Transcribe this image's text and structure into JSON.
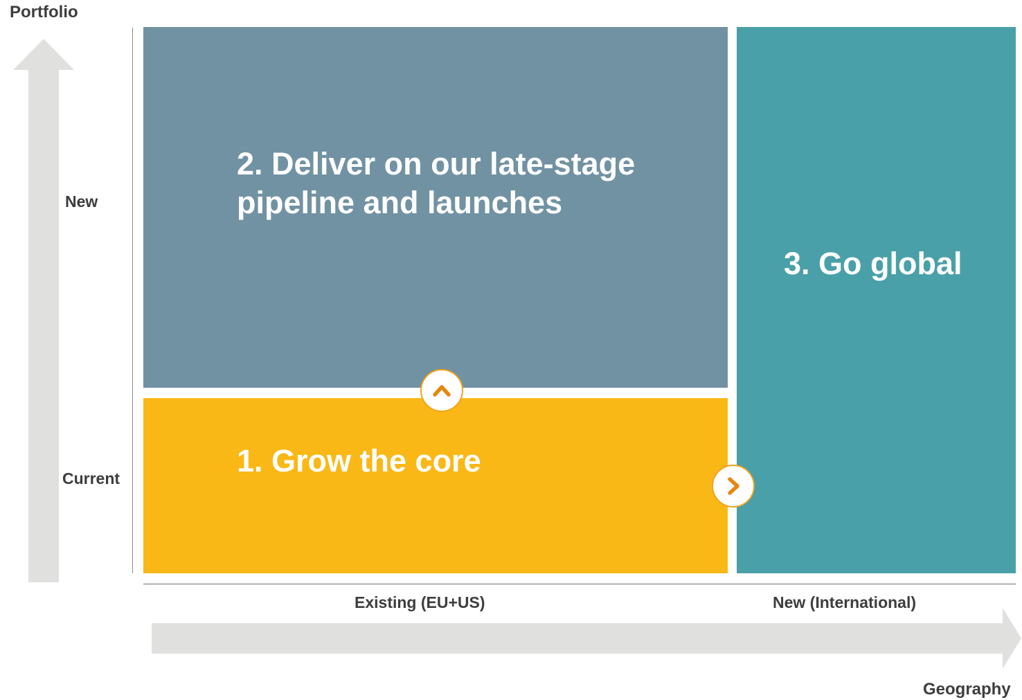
{
  "axes": {
    "y_title": "Portfolio",
    "y_new": "New",
    "y_current": "Current",
    "x_existing": "Existing (EU+US)",
    "x_new": "New (International)",
    "x_title": "Geography"
  },
  "quadrants": {
    "grow_core": "1. Grow the core",
    "pipeline": "2. Deliver on our late-stage pipeline and launches",
    "global": "3. Go global"
  },
  "icons": {
    "up": "chevron-up-icon",
    "right": "chevron-right-icon"
  },
  "colors": {
    "core": "#fab817",
    "pipeline": "#7192a3",
    "global": "#4aa0a8",
    "arrow": "#e0e0df",
    "accent": "#e5870f"
  }
}
